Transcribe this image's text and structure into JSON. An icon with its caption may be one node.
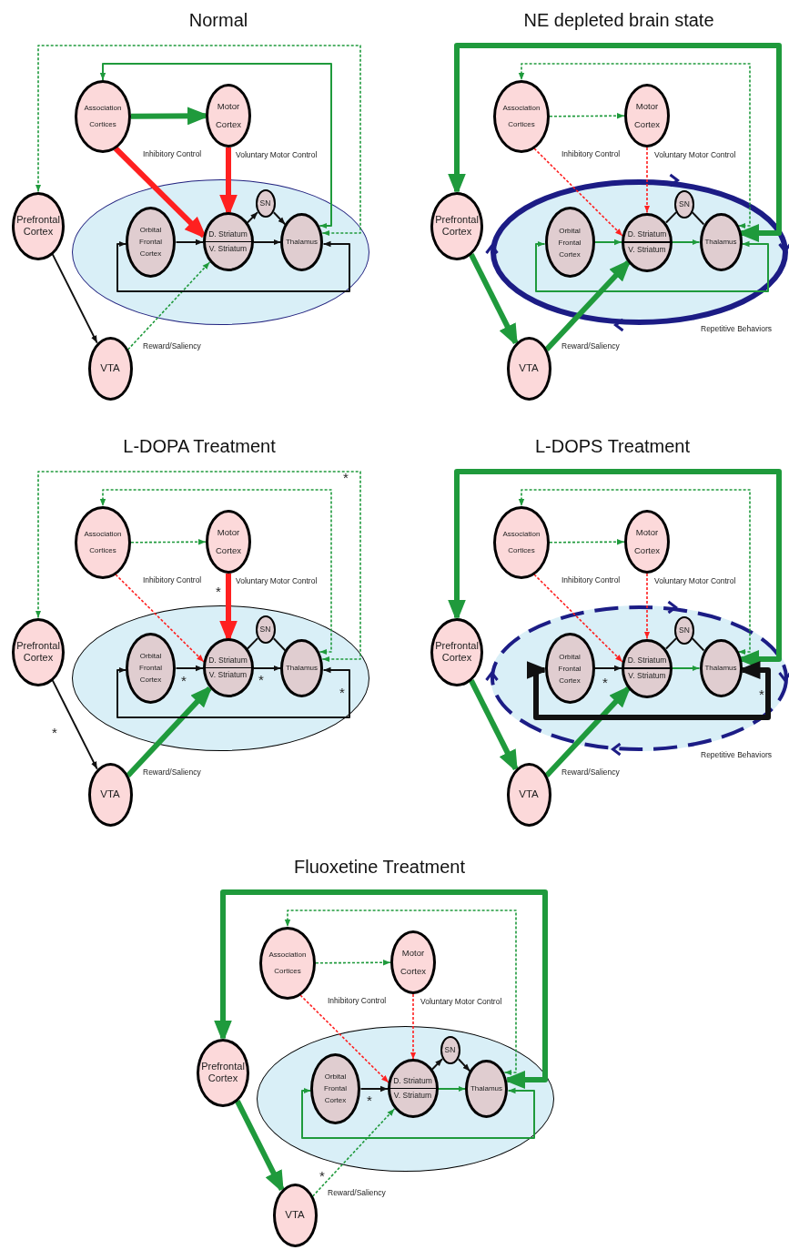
{
  "diagram": {
    "nodes": [
      {
        "text": [
          "Association Cortices"
        ]
      },
      {
        "text": [
          "Motor Cortex"
        ]
      },
      {
        "text": [
          "Prefrontal Cortex"
        ]
      },
      {
        "text": [],
        "shape": "ellipse"
      },
      {
        "text": [
          "Orbital Frontal Cortex"
        ],
        "in": 3
      },
      {
        "text": [
          "D. Striatum",
          "V. Striatum"
        ],
        "in": 3
      },
      {
        "text": [
          "SN"
        ],
        "in": 3
      },
      {
        "text": [
          "Thalamus"
        ],
        "in": 3
      },
      {
        "text": [
          "VTA"
        ]
      },
      {
        "text": [
          "Association Cortices"
        ]
      },
      {
        "text": [
          "Motor Cortex"
        ]
      },
      {
        "text": [
          "Prefrontal Cortex"
        ]
      },
      {
        "text": [],
        "shape": "ellipse",
        "beside": [
          "Repetitive Behaviors"
        ]
      },
      {
        "text": [
          "Orbital Frontal Cortex"
        ],
        "in": 12
      },
      {
        "text": [
          "D. Striatum",
          "V. Striatum"
        ],
        "in": 12
      },
      {
        "text": [
          "SN"
        ],
        "in": 12
      },
      {
        "text": [
          "Thalamus"
        ],
        "in": 12
      },
      {
        "text": [
          "VTA"
        ]
      },
      {
        "text": [
          "Association Cortices"
        ]
      },
      {
        "text": [
          "Motor Cortex"
        ]
      },
      {
        "text": [
          "Prefrontal Cortex"
        ]
      },
      {
        "text": [],
        "shape": "ellipse"
      },
      {
        "text": [
          "Orbital Frontal Cortex"
        ],
        "in": 21
      },
      {
        "text": [
          "D. Striatum",
          "V. Striatum"
        ],
        "in": 21
      },
      {
        "text": [
          "SN"
        ],
        "in": 21
      },
      {
        "text": [
          "Thalamus"
        ],
        "in": 21
      },
      {
        "text": [
          "VTA"
        ]
      },
      {
        "text": [
          "Association Cortices"
        ]
      },
      {
        "text": [
          "Motor Cortex"
        ]
      },
      {
        "text": [
          "Prefrontal Cortex"
        ]
      },
      {
        "text": [],
        "shape": "ellipse",
        "beside": [
          "Repetitive Behaviors"
        ]
      },
      {
        "text": [
          "Orbital Frontal Cortex"
        ],
        "in": 30
      },
      {
        "text": [
          "D. Striatum",
          "V. Striatum"
        ],
        "in": 30
      },
      {
        "text": [
          "SN"
        ],
        "in": 30
      },
      {
        "text": [
          "Thalamus"
        ],
        "in": 30
      },
      {
        "text": [
          "VTA"
        ]
      },
      {
        "text": [
          "Association Cortices"
        ]
      },
      {
        "text": [
          "Motor Cortex"
        ]
      },
      {
        "text": [
          "Prefrontal Cortex"
        ]
      },
      {
        "text": [],
        "shape": "ellipse"
      },
      {
        "text": [
          "Orbital Frontal Cortex"
        ],
        "in": 39
      },
      {
        "text": [
          "D. Striatum",
          "V. Striatum"
        ],
        "in": 39
      },
      {
        "text": [
          "SN"
        ],
        "in": 39
      },
      {
        "text": [
          "Thalamus"
        ],
        "in": 39
      },
      {
        "text": [
          "VTA"
        ]
      }
    ],
    "edges": [
      {
        "from": 0,
        "to": 1,
        "arrow": "to",
        "style": "thick"
      },
      {
        "from": 0,
        "to": 5,
        "arrow": "to",
        "style": "thick",
        "color": "#ff2020",
        "label": "Inhibitory Control"
      },
      {
        "from": 1,
        "to": 5,
        "arrow": "to",
        "style": "thick",
        "color": "#ff2020",
        "label": "Voluntary Motor Control"
      },
      {
        "from": 7,
        "to": 0,
        "arrow": "both"
      },
      {
        "from": 7,
        "to": 2,
        "arrow": "both",
        "style": "dashed"
      },
      {
        "from": 2,
        "to": 8,
        "arrow": "to",
        "color": "#111111"
      },
      {
        "from": 8,
        "to": 5,
        "arrow": "to",
        "style": "dashed",
        "label": "Reward/Saliency"
      },
      {
        "from": 4,
        "to": 5,
        "arrow": "to",
        "color": "#111111"
      },
      {
        "from": 5,
        "to": 7,
        "arrow": "to",
        "color": "#111111"
      },
      {
        "from": 5,
        "to": 6,
        "arrow": "to",
        "color": "#111111"
      },
      {
        "from": 6,
        "to": 7,
        "arrow": "to",
        "color": "#111111"
      },
      {
        "from": 7,
        "to": 4,
        "arrow": "both",
        "color": "#111111"
      },
      {
        "from": 9,
        "to": 10,
        "arrow": "to",
        "style": "dashed"
      },
      {
        "from": 9,
        "to": 14,
        "arrow": "to",
        "style": "dashed",
        "color": "#ff2020",
        "label": "Inhibitory Control"
      },
      {
        "from": 10,
        "to": 14,
        "arrow": "to",
        "style": "dashed",
        "color": "#ff2020",
        "label": "Voluntary Motor Control"
      },
      {
        "from": 16,
        "to": 9,
        "arrow": "both",
        "style": "dashed"
      },
      {
        "from": 16,
        "to": 11,
        "arrow": "both",
        "style": "thick"
      },
      {
        "from": 11,
        "to": 17,
        "arrow": "to",
        "style": "thick"
      },
      {
        "from": 17,
        "to": 14,
        "arrow": "to",
        "style": "thick",
        "label": "Reward/Saliency"
      },
      {
        "from": 13,
        "to": 14,
        "arrow": "to"
      },
      {
        "from": 14,
        "to": 16,
        "arrow": "to"
      },
      {
        "from": 14,
        "to": 15,
        "arrow": "none",
        "color": "#111111"
      },
      {
        "from": 15,
        "to": 16,
        "arrow": "none",
        "color": "#111111"
      },
      {
        "from": 16,
        "to": 13,
        "arrow": "both"
      },
      {
        "from": 18,
        "to": 19,
        "arrow": "to",
        "style": "dashed"
      },
      {
        "from": 18,
        "to": 23,
        "arrow": "to",
        "style": "dashed",
        "color": "#ff2020",
        "label": "Inhibitory Control"
      },
      {
        "from": 19,
        "to": 23,
        "arrow": "to",
        "style": "thick",
        "color": "#ff2020",
        "label": "Voluntary Motor Control"
      },
      {
        "from": 25,
        "to": 18,
        "arrow": "both",
        "style": "dashed"
      },
      {
        "from": 25,
        "to": 20,
        "arrow": "both",
        "style": "dashed"
      },
      {
        "from": 20,
        "to": 26,
        "arrow": "to",
        "color": "#111111"
      },
      {
        "from": 26,
        "to": 23,
        "arrow": "to",
        "style": "thick",
        "label": "Reward/Saliency"
      },
      {
        "from": 22,
        "to": 23,
        "arrow": "to",
        "color": "#111111"
      },
      {
        "from": 23,
        "to": 25,
        "arrow": "to",
        "color": "#111111"
      },
      {
        "from": 23,
        "to": 24,
        "arrow": "none",
        "color": "#111111"
      },
      {
        "from": 24,
        "to": 25,
        "arrow": "none",
        "color": "#111111"
      },
      {
        "from": 25,
        "to": 22,
        "arrow": "both",
        "color": "#111111"
      },
      {
        "from": 27,
        "to": 28,
        "arrow": "to",
        "style": "dashed"
      },
      {
        "from": 27,
        "to": 32,
        "arrow": "to",
        "style": "dashed",
        "color": "#ff2020",
        "label": "Inhibitory Control"
      },
      {
        "from": 28,
        "to": 32,
        "arrow": "to",
        "style": "dashed",
        "color": "#ff2020",
        "label": "Voluntary Motor Control"
      },
      {
        "from": 34,
        "to": 27,
        "arrow": "both",
        "style": "dashed"
      },
      {
        "from": 34,
        "to": 29,
        "arrow": "both",
        "style": "thick"
      },
      {
        "from": 29,
        "to": 35,
        "arrow": "to",
        "style": "thick"
      },
      {
        "from": 35,
        "to": 32,
        "arrow": "to",
        "style": "thick",
        "label": "Reward/Saliency"
      },
      {
        "from": 31,
        "to": 32,
        "arrow": "to",
        "color": "#111111"
      },
      {
        "from": 32,
        "to": 34,
        "arrow": "to"
      },
      {
        "from": 32,
        "to": 33,
        "arrow": "none",
        "color": "#111111"
      },
      {
        "from": 33,
        "to": 34,
        "arrow": "none",
        "color": "#111111"
      },
      {
        "from": 34,
        "to": 31,
        "arrow": "both",
        "style": "thick",
        "color": "#111111"
      },
      {
        "from": 36,
        "to": 37,
        "arrow": "to",
        "style": "dashed"
      },
      {
        "from": 36,
        "to": 41,
        "arrow": "to",
        "style": "dashed",
        "color": "#ff2020",
        "label": "Inhibitory Control"
      },
      {
        "from": 37,
        "to": 41,
        "arrow": "to",
        "style": "dashed",
        "color": "#ff2020",
        "label": "Voluntary Motor Control"
      },
      {
        "from": 43,
        "to": 36,
        "arrow": "both",
        "style": "dashed"
      },
      {
        "from": 43,
        "to": 38,
        "arrow": "both",
        "style": "thick"
      },
      {
        "from": 38,
        "to": 44,
        "arrow": "to",
        "style": "thick"
      },
      {
        "from": 44,
        "to": 41,
        "arrow": "to",
        "style": "dashed",
        "label": "Reward/Saliency"
      },
      {
        "from": 40,
        "to": 41,
        "arrow": "to",
        "color": "#111111"
      },
      {
        "from": 41,
        "to": 43,
        "arrow": "to"
      },
      {
        "from": 41,
        "to": 42,
        "arrow": "to",
        "color": "#111111"
      },
      {
        "from": 42,
        "to": 43,
        "arrow": "to",
        "color": "#111111"
      },
      {
        "from": 43,
        "to": 40,
        "arrow": "both"
      }
    ],
    "labels": [
      "Normal",
      "NE depleted brain state",
      "L-DOPA Treatment",
      "L-DOPS Treatment",
      "*",
      "*",
      "*",
      "*",
      "*",
      "*",
      "*",
      "*",
      "Fluoxetine Treatment",
      "*",
      "*"
    ]
  }
}
